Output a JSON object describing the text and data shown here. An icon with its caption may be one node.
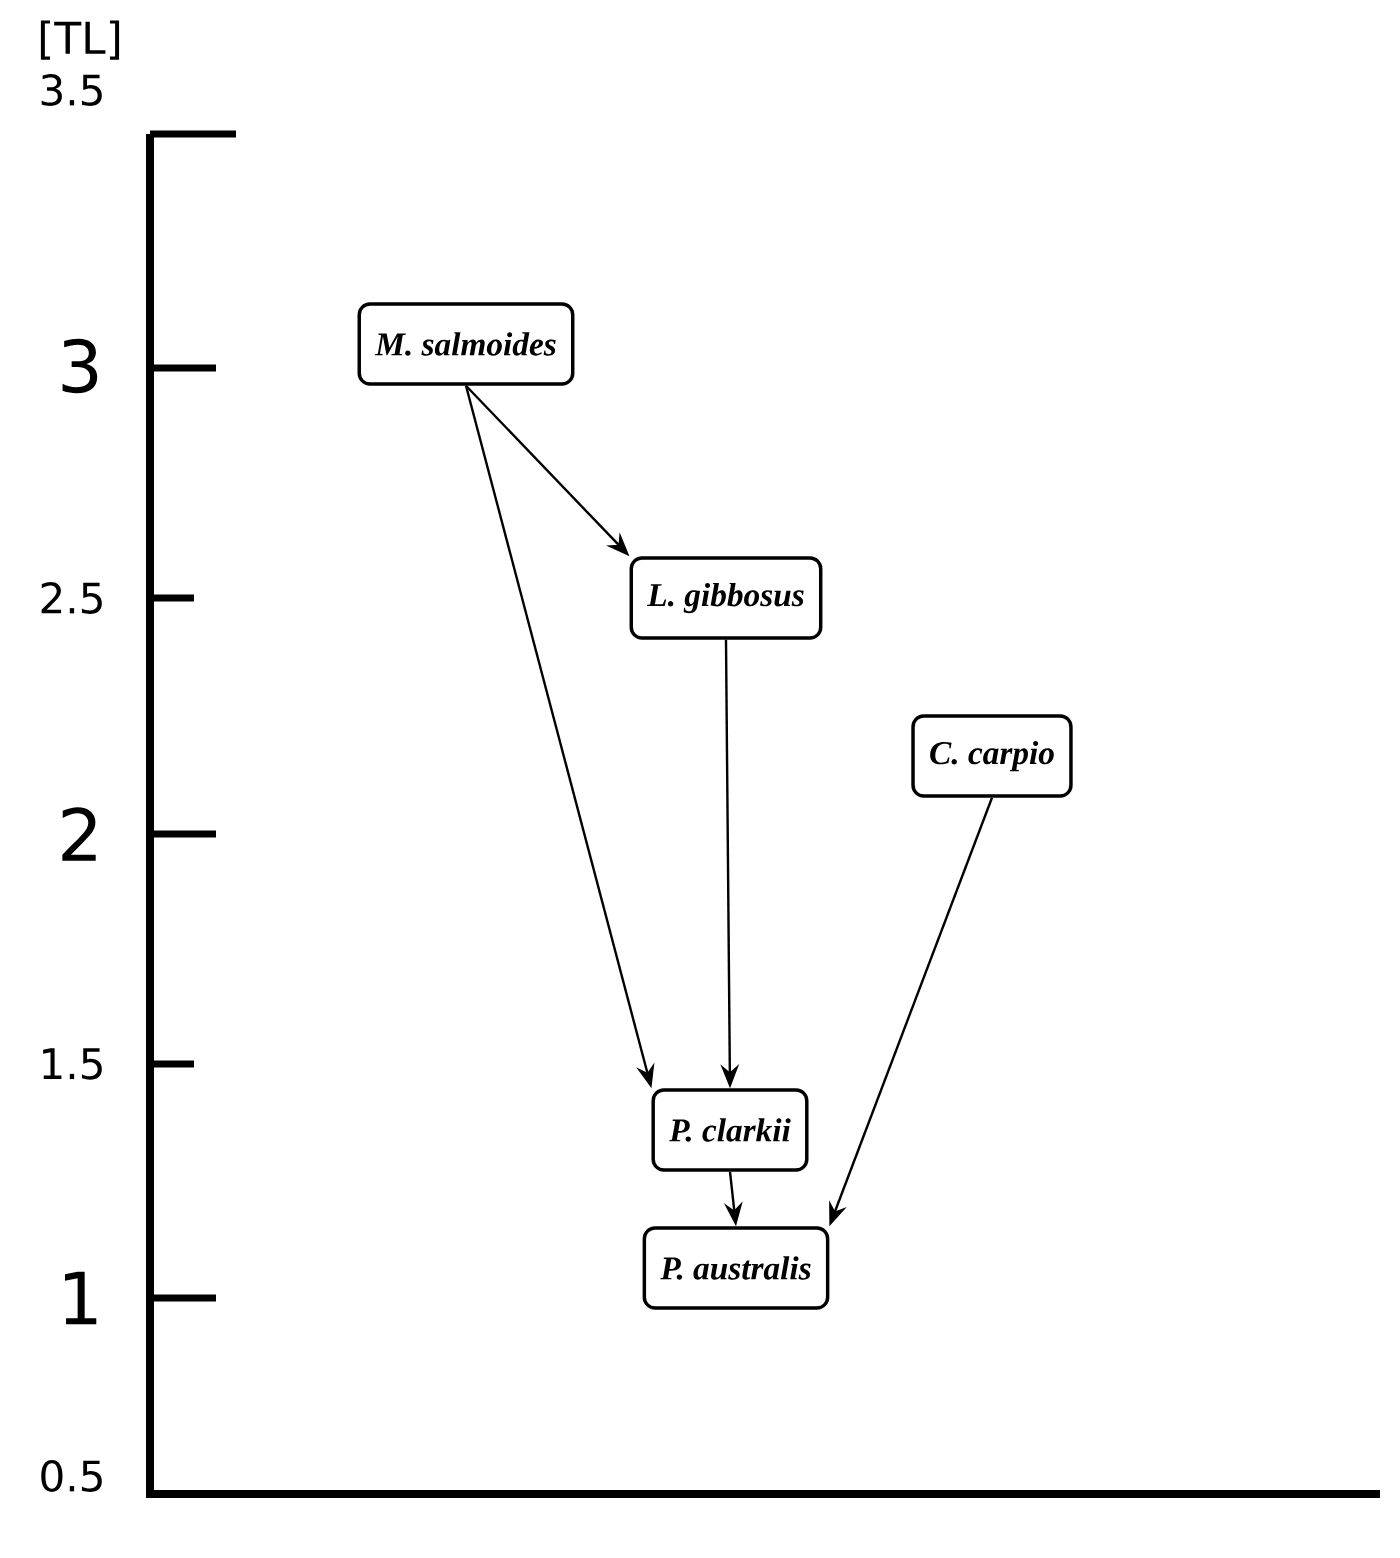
{
  "diagram": {
    "nodes": [
      {
        "text": [
          "M. salmoides"
        ]
      },
      {
        "text": [
          "L. gibbosus"
        ]
      },
      {
        "text": [
          "C. carpio"
        ]
      },
      {
        "text": [
          "P. clarkii"
        ]
      },
      {
        "text": [
          "P. australis"
        ]
      }
    ],
    "edges": [
      {
        "from": 0,
        "to": 1,
        "arrow": "to"
      },
      {
        "from": 0,
        "to": 3,
        "arrow": "to"
      },
      {
        "from": 1,
        "to": 3,
        "arrow": "to"
      },
      {
        "from": 2,
        "to": 4,
        "arrow": "to"
      },
      {
        "from": 3,
        "to": 4,
        "arrow": "to"
      }
    ],
    "labels": [
      "[TL]",
      "3.5",
      "3",
      "2.5",
      "2",
      "1.5",
      "1",
      "0.5"
    ]
  }
}
